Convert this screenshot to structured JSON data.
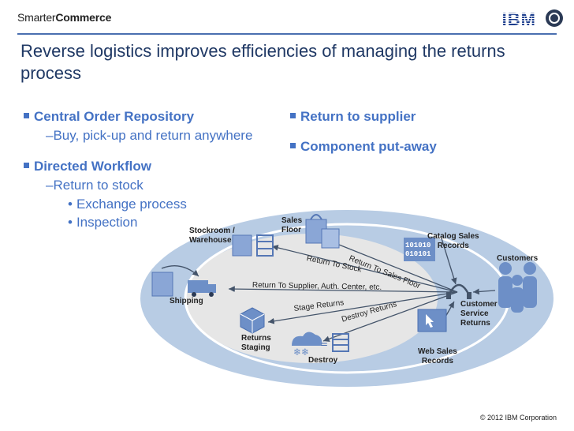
{
  "header": {
    "brand_light": "Smarter",
    "brand_bold": "Commerce",
    "logo_text": "IBM",
    "title": "Reverse logistics improves efficiencies of managing the returns process"
  },
  "bullets_left": {
    "item1": "Central Order Repository",
    "item1_sub": "Buy, pick-up and return anywhere",
    "item2": "Directed Workflow",
    "item2_sub": "Return to stock",
    "item2_sub_a": "Exchange process",
    "item2_sub_b": "Inspection"
  },
  "bullets_right": {
    "item1": "Return to supplier",
    "item2": "Component put-away"
  },
  "diagram": {
    "sales_floor": [
      "Sales",
      "Floor"
    ],
    "stockroom": [
      "Stockroom /",
      "Warehouse"
    ],
    "catalog": [
      "Catalog Sales",
      "Records"
    ],
    "customers": "Customers",
    "shipping": "Shipping",
    "csr": [
      "Customer",
      "Service",
      "Returns"
    ],
    "staging": [
      "Returns",
      "Staging"
    ],
    "destroy": "Destroy",
    "web": [
      "Web Sales",
      "Records"
    ],
    "binary": [
      "101010",
      "010101"
    ],
    "paths": {
      "return_to_sales_floor": "Return To Sales Floor",
      "return_to_stock": "Return To Stock",
      "return_to_supplier": "Return To Supplier, Auth. Center, etc.",
      "stage_returns": "Stage Returns",
      "destroy_returns": "Destroy Returns"
    }
  },
  "footer": {
    "copyright": "© 2012 IBM Corporation"
  },
  "colors": {
    "accent": "#4472c4",
    "rule": "#4a6fb0",
    "ellipse": "#b8cce4",
    "icon": "#6d8fc7"
  }
}
